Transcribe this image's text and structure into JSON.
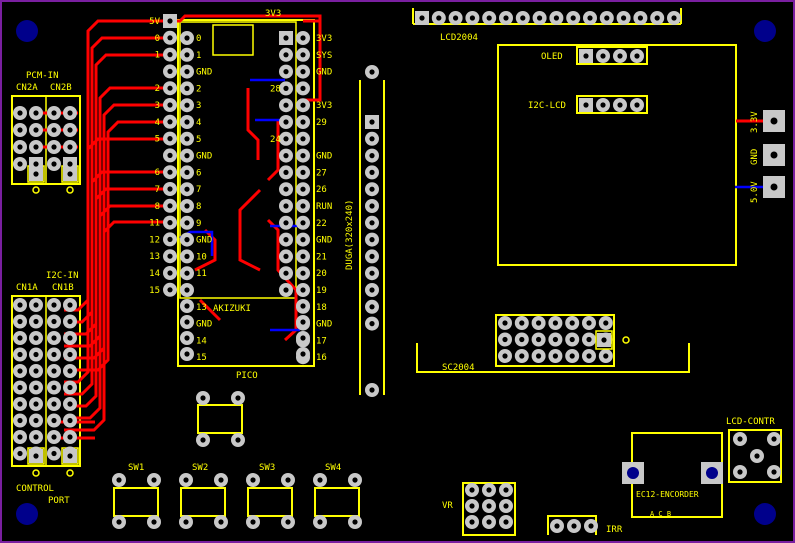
{
  "colors": {
    "background": "#000000",
    "board_edge": "#7a1fa0",
    "silkscreen": "#ffff00",
    "top_copper": "#ff0000",
    "bottom_copper": "#0000ff",
    "pad": "#c8c8c8",
    "drill": "#000000",
    "mount_hole": "#00008b"
  },
  "labels": {
    "pico_left_top": [
      "5V",
      "0",
      "1",
      "",
      "2",
      "3",
      "4",
      "5",
      "",
      "6",
      "7",
      "8",
      "11",
      "12",
      "13",
      "14",
      "15"
    ],
    "pico_inner_left": [
      "0",
      "1",
      "GND",
      "2",
      "3",
      "4",
      "5",
      "GND",
      "6",
      "7",
      "8",
      "9",
      "GND",
      "10",
      "11",
      "",
      "13",
      "GND",
      "14",
      "15"
    ],
    "pico_right_outer": [
      "3V3",
      "SYS",
      "GND",
      "",
      "3V3",
      "29",
      "",
      "GND",
      "27",
      "26",
      "RUN",
      "22",
      "GND",
      "21",
      "20",
      "19",
      "18",
      "GND",
      "17",
      "16"
    ],
    "pico_right_inner": [
      "",
      "",
      "",
      "28",
      "",
      "",
      "24",
      "",
      "",
      "",
      "",
      "",
      "",
      "",
      "",
      "",
      "",
      "",
      "",
      ""
    ],
    "pico_top": "3V3",
    "pico_name": "PICO",
    "akizuki": "AKIZUKI",
    "lcd2004": "LCD2004",
    "oled": "OLED",
    "i2c_lcd": "I2C-LCD",
    "dv_label": "DUGA(320x240)",
    "sc2004": "SC2004",
    "pcm_in": "PCM-IN",
    "cn2a": "CN2A",
    "cn2b": "CN2B",
    "i2c_in": "I2C-IN",
    "cn1a": "CN1A",
    "cn1b": "CN1B",
    "control": "CONTROL",
    "port": "PORT",
    "sw1": "SW1",
    "sw2": "SW2",
    "sw3": "SW3",
    "sw4": "SW4",
    "vr": "VR",
    "irr": "IRR",
    "lcd_contr": "LCD-CONTR",
    "ec12": "EC12-ENCORDER",
    "ec12_pins": "A C B",
    "power_33": "3.3V",
    "power_gnd": "GND",
    "power_50": "5.0V"
  }
}
